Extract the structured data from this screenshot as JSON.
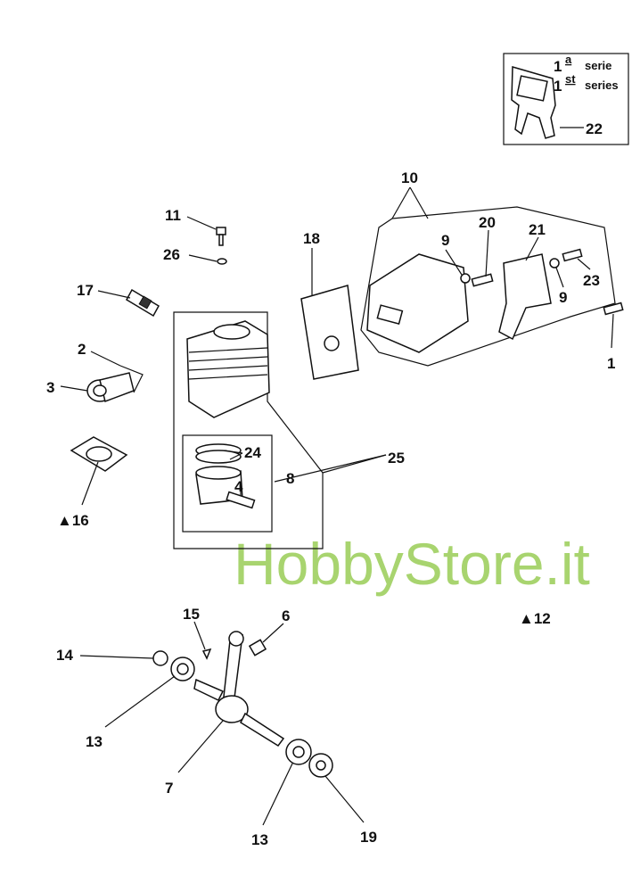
{
  "inset": {
    "line1_num": "1",
    "line1_sup": "a",
    "line1_text": "serie",
    "line2_num": "1",
    "line2_sup": "st",
    "line2_text": "series",
    "part": "22"
  },
  "labels": {
    "p10": "10",
    "p11": "11",
    "p26": "26",
    "p18": "18",
    "p20": "20",
    "p21": "21",
    "p9a": "9",
    "p9b": "9",
    "p23": "23",
    "p1": "1",
    "p17": "17",
    "p2": "2",
    "p3": "3",
    "p24": "24",
    "p8": "8",
    "p25": "25",
    "p4": "4",
    "p16": "▲16",
    "p15": "15",
    "p6": "6",
    "p12": "▲12",
    "p14": "14",
    "p13a": "13",
    "p7": "7",
    "p13b": "13",
    "p19": "19"
  },
  "watermark": "HobbyStore.it"
}
